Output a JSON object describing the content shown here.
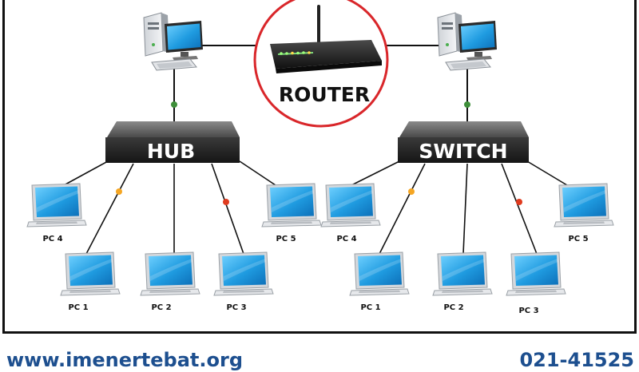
{
  "diagram": {
    "router_label": "ROUTER",
    "left_network": {
      "device_label": "HUB",
      "pcs": [
        "PC 4",
        "PC 1",
        "PC 2",
        "PC 3",
        "PC 5"
      ]
    },
    "right_network": {
      "device_label": "SWITCH",
      "pcs": [
        "PC 4",
        "PC 1",
        "PC 2",
        "PC 3",
        "PC 5"
      ]
    }
  },
  "footer": {
    "website": "www.imenertebat.org",
    "phone": "021-41525"
  },
  "colors": {
    "router_circle": "#d9262a",
    "footer_text": "#1d4f8f",
    "link_green": "#3e8f3a",
    "link_orange": "#f5a623",
    "link_red": "#e03b1f",
    "screen_blue": "#2a9fe0",
    "device_dark": "#2b2b2b"
  },
  "icons": {
    "router": "router-icon",
    "server": "server-computer-icon",
    "laptop": "laptop-icon",
    "hub": "network-hub-icon",
    "switch": "network-switch-icon"
  }
}
